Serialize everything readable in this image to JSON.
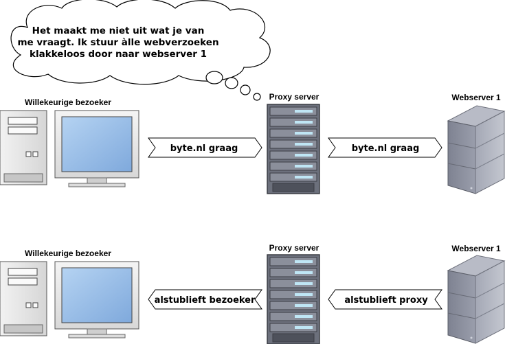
{
  "bubble": {
    "lines": [
      "Het maakt me niet uit wat je van",
      "me vraagt. Ik stuur àlle webverzoeken",
      "klakkeloos door naar webserver 1"
    ]
  },
  "top": {
    "visitor_label": "Willekeurige bezoeker",
    "proxy_label": "Proxy server",
    "webserver_label": "Webserver 1",
    "arrow_left_text": "byte.nl graag",
    "arrow_right_text": "byte.nl graag"
  },
  "bottom": {
    "visitor_label": "Willekeurige bezoeker",
    "proxy_label": "Proxy server",
    "webserver_label": "Webserver 1",
    "arrow_left_text": "alstublieft bezoeker",
    "arrow_right_text": "alstublieft proxy"
  },
  "icons": {
    "visitor": "desktop-computer-icon",
    "proxy": "rack-server-icon",
    "webserver": "tower-server-icon"
  },
  "colors": {
    "screen": "#9fc3ea",
    "proxy_body": "#6a6e7a",
    "server_body": "#8b8f9d"
  }
}
